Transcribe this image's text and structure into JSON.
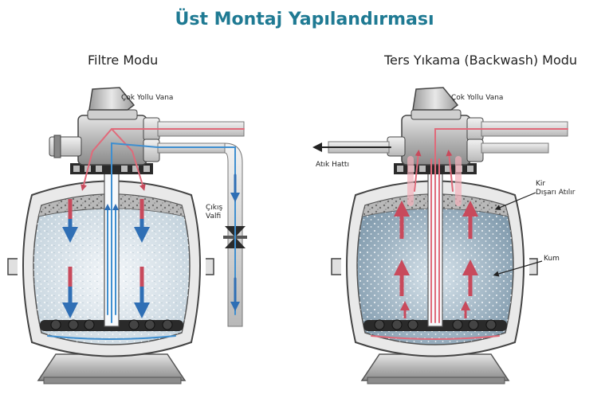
{
  "title": "Üst Montaj Yapılandırması",
  "colors": {
    "title": "#1f7a93",
    "blue_flow": "#3f8fd0",
    "red_flow": "#e06a7a",
    "blue_arrow": "#2f6fb5",
    "red_arrow": "#c84a5c"
  },
  "filter_mode": {
    "title": "Filtre Modu",
    "valve_label": "Çok Yollu Vana",
    "outlet_valve_label_line1": "Çıkış",
    "outlet_valve_label_line2": "Valfi"
  },
  "backwash_mode": {
    "title": "Ters Yıkama (Backwash) Modu",
    "valve_label": "Çok Yollu Vana",
    "waste_line_label": "Atık Hattı",
    "dirt_label_line1": "Kir",
    "dirt_label_line2": "Dışarı Atılır",
    "sand_label": "Kum"
  }
}
